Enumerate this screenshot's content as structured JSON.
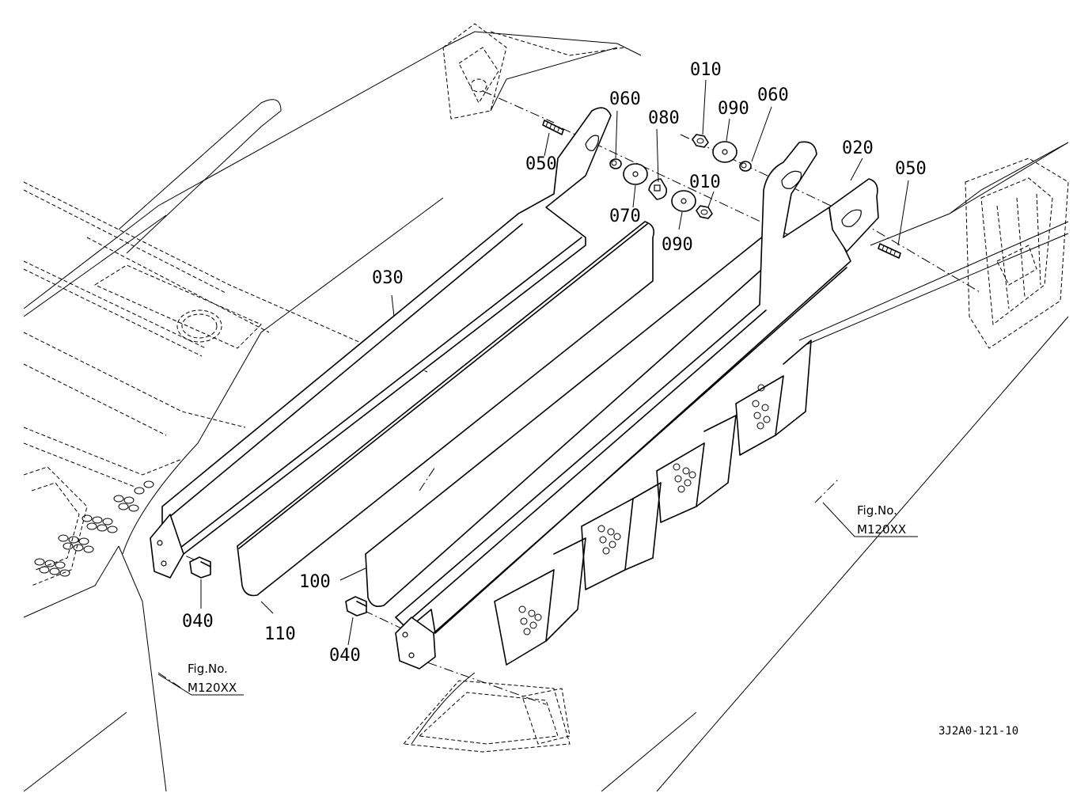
{
  "callouts": {
    "c010a": "010",
    "c010b": "010",
    "c020": "020",
    "c030": "030",
    "c040a": "040",
    "c040b": "040",
    "c050a": "050",
    "c050b": "050",
    "c060a": "060",
    "c060b": "060",
    "c070": "070",
    "c080": "080",
    "c090a": "090",
    "c090b": "090",
    "c100": "100",
    "c110": "110"
  },
  "refs": {
    "left": {
      "line1": "Fig.No.",
      "line2": "M120XX"
    },
    "right": {
      "line1": "Fig.No.",
      "line2": "M120XX"
    }
  },
  "drawing_code": "3J2A0-121-10"
}
